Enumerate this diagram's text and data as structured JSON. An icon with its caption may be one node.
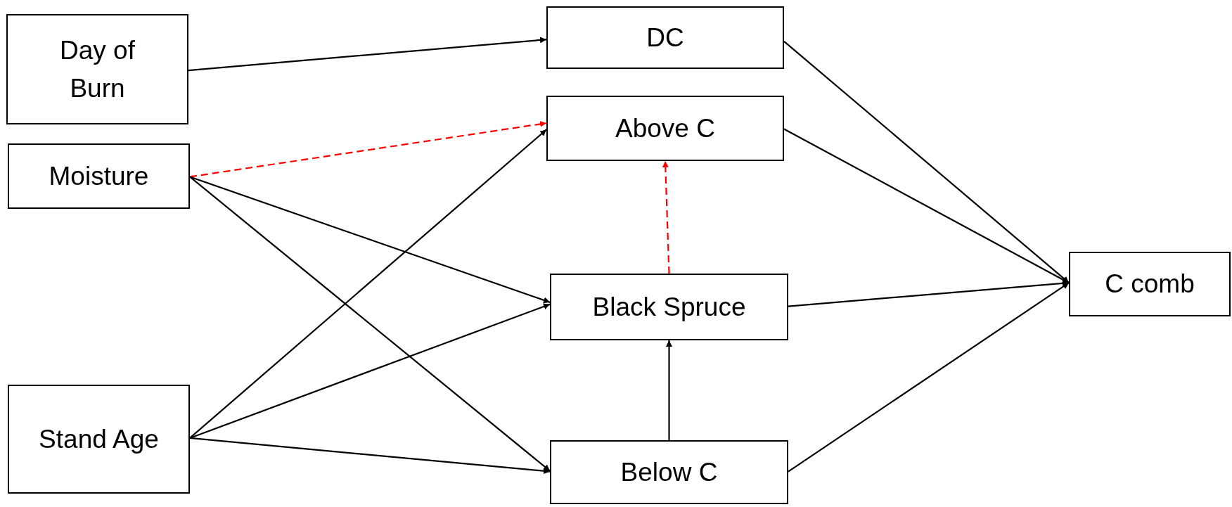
{
  "diagram": {
    "nodes": [
      {
        "text": [
          "Day of Burn"
        ]
      },
      {
        "text": [
          "Moisture"
        ]
      },
      {
        "text": [
          "Stand Age"
        ]
      },
      {
        "text": [
          "DC"
        ]
      },
      {
        "text": [
          "Above C"
        ]
      },
      {
        "text": [
          "Black Spruce"
        ]
      },
      {
        "text": [
          "Below C"
        ]
      },
      {
        "text": [
          "C comb"
        ]
      }
    ],
    "edges": [
      {
        "from": 0,
        "to": 3,
        "arrow": "to"
      },
      {
        "from": 1,
        "to": 4,
        "arrow": "to",
        "style": "dashed",
        "color": "#ff0000"
      },
      {
        "from": 1,
        "to": 5,
        "arrow": "to"
      },
      {
        "from": 1,
        "to": 6,
        "arrow": "to"
      },
      {
        "from": 2,
        "to": 4,
        "arrow": "to"
      },
      {
        "from": 2,
        "to": 5,
        "arrow": "to"
      },
      {
        "from": 2,
        "to": 6,
        "arrow": "to"
      },
      {
        "from": 5,
        "to": 4,
        "arrow": "to",
        "style": "dashed",
        "color": "#ff0000"
      },
      {
        "from": 6,
        "to": 5,
        "arrow": "to"
      },
      {
        "from": 3,
        "to": 7,
        "arrow": "to"
      },
      {
        "from": 4,
        "to": 7,
        "arrow": "to"
      },
      {
        "from": 5,
        "to": 7,
        "arrow": "to"
      },
      {
        "from": 6,
        "to": 7,
        "arrow": "to"
      }
    ]
  }
}
